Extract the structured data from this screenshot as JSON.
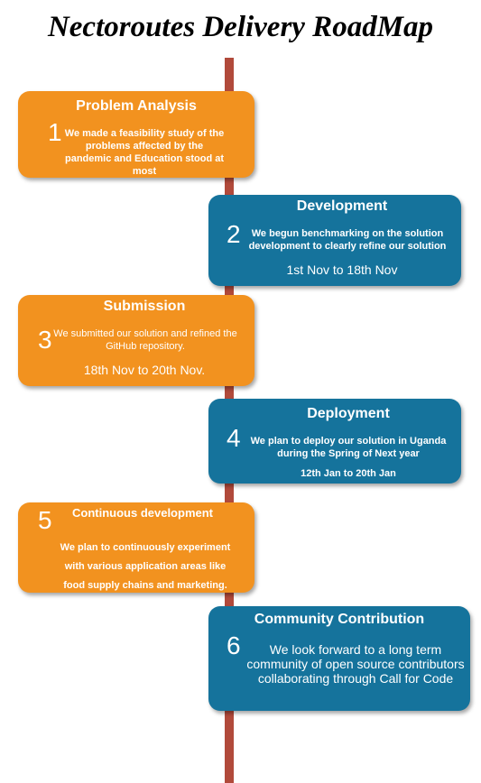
{
  "title": "Nectoroutes Delivery RoadMap",
  "steps": [
    {
      "number": "1",
      "title": "Problem Analysis",
      "description": "We made a feasibility study of the problems affected by the pandemic and Education stood at most",
      "date": ""
    },
    {
      "number": "2",
      "title": "Development",
      "description": "We begun benchmarking on the solution development to clearly refine our solution",
      "date": "1st Nov to 18th Nov"
    },
    {
      "number": "3",
      "title": "Submission",
      "description": "We submitted our solution and refined the GitHub repository.",
      "date": "18th Nov to 20th Nov."
    },
    {
      "number": "4",
      "title": "Deployment",
      "description": "We plan to deploy our solution in Uganda during the Spring of Next year",
      "date": "12th Jan to 20th Jan"
    },
    {
      "number": "5",
      "title": "Continuous development",
      "description_lines": [
        "We plan to continuously experiment",
        "with various application areas like",
        "food supply chains and marketing."
      ],
      "date": ""
    },
    {
      "number": "6",
      "title": "Community Contribution",
      "description": "We look forward to a long term community of open source contributors collaborating through Call for Code",
      "date": ""
    }
  ],
  "colors": {
    "orange": "#f2921f",
    "blue": "#15739c",
    "timeline": "#b14a3b"
  }
}
